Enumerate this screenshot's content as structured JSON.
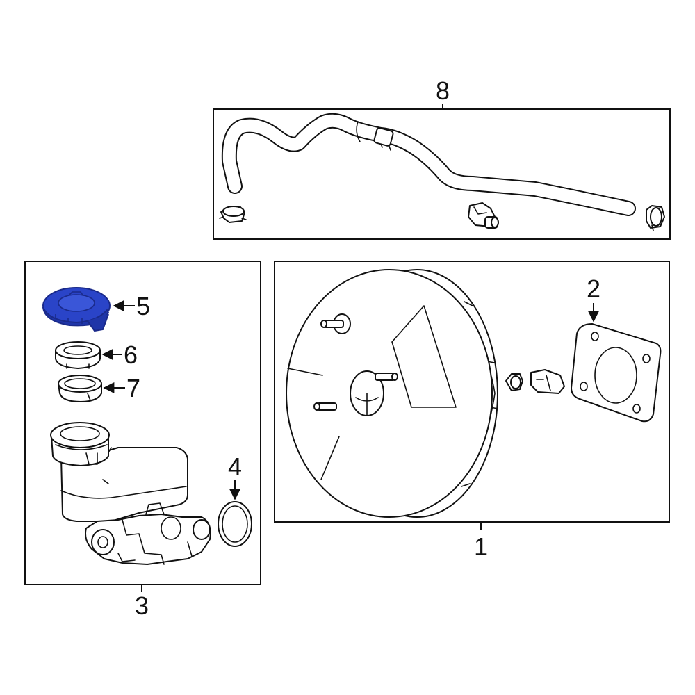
{
  "callouts": {
    "c1": "1",
    "c2": "2",
    "c3": "3",
    "c4": "4",
    "c5": "5",
    "c6": "6",
    "c7": "7",
    "c8": "8"
  },
  "colors": {
    "highlight": "#2a44c8",
    "highlight_dark": "#1a2a8a",
    "line": "#111111"
  },
  "highlighted_part": "5"
}
